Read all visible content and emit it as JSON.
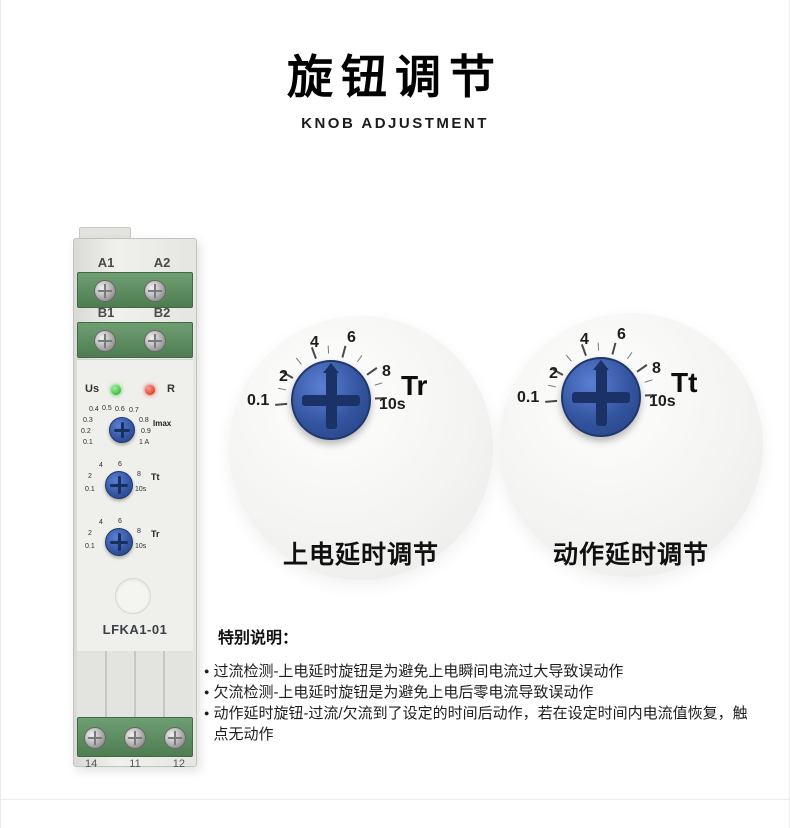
{
  "header": {
    "title": "旋钮调节",
    "subtitle": "KNOB ADJUSTMENT"
  },
  "device": {
    "terminals_top": [
      "A1",
      "A2"
    ],
    "terminals_mid": [
      "B1",
      "B2"
    ],
    "led_left": "Us",
    "led_right": "R",
    "imax_scale": [
      "0.4",
      "0.5",
      "0.6",
      "0.7",
      "0.3",
      "0.8",
      "0.2",
      "0.9",
      "0.1",
      "1 A"
    ],
    "imax_label": "Imax",
    "tt_scale": [
      "4",
      "6",
      "2",
      "8",
      "0.1",
      "10s"
    ],
    "tt_label": "Tt",
    "tr_scale": [
      "4",
      "6",
      "2",
      "8",
      "0.1",
      "10s"
    ],
    "tr_label": "Tr",
    "model": "LFKA1-01",
    "terminals_bottom": [
      "14",
      "11",
      "12"
    ]
  },
  "zooms": [
    {
      "dial": {
        "v01": "0.1",
        "v2": "2",
        "v4": "4",
        "v6": "6",
        "v8": "8",
        "v10": "10s"
      },
      "knob_label": "Tr",
      "caption": "上电延时调节"
    },
    {
      "dial": {
        "v01": "0.1",
        "v2": "2",
        "v4": "4",
        "v6": "6",
        "v8": "8",
        "v10": "10s"
      },
      "knob_label": "Tt",
      "caption": "动作延时调节"
    }
  ],
  "notes": {
    "heading": "特别说明：",
    "bullet": "●",
    "items": [
      "过流检测-上电延时旋钮是为避免上电瞬间电流过大导致误动作",
      "欠流检测-上电延时旋钮是为避免上电后零电流导致误动作",
      "动作延时旋钮-过流/欠流到了设定的时间后动作，若在设定时间内电流值恢复，触点无动作"
    ]
  },
  "colors": {
    "knob_blue": "#33549f",
    "terminal_green": "#5e8f62",
    "led_green": "#1fa51f",
    "led_red": "#c92518"
  }
}
